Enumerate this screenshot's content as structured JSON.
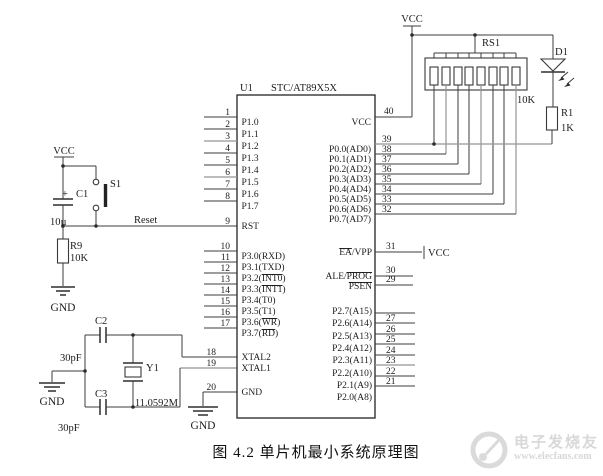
{
  "figure": {
    "caption": "图 4.2 单片机最小系统原理图"
  },
  "chip": {
    "ref": "U1",
    "part": "STC/AT89X5X",
    "p1_nums": [
      "1",
      "2",
      "3",
      "4",
      "5",
      "6",
      "7",
      "8"
    ],
    "p1": [
      "P1.0",
      "P1.1",
      "P1.2",
      "P1.3",
      "P1.4",
      "P1.5",
      "P1.6",
      "P1.7"
    ],
    "rst_num": "9",
    "rst": "RST",
    "p3_nums": [
      "10",
      "11",
      "12",
      "13",
      "14",
      "15",
      "16",
      "17"
    ],
    "p3": [
      {
        "pre": "P3.0(RXD)"
      },
      {
        "pre": "P3.1(TXD)"
      },
      {
        "pre": "P3.2(",
        "over": "INT0",
        "post": ")"
      },
      {
        "pre": "P3.3(",
        "over": "INT1",
        "post": ")"
      },
      {
        "pre": "P3.4(T0)"
      },
      {
        "pre": "P3.5(T1)"
      },
      {
        "pre": "P3.6(",
        "over": "WR",
        "post": ")"
      },
      {
        "pre": "P3.7(",
        "over": "RD",
        "post": ")"
      }
    ],
    "xtal2_num": "18",
    "xtal2": "XTAL2",
    "xtal1_num": "19",
    "xtal1": "XTAL1",
    "gnd_num": "20",
    "gnd": "GND",
    "vcc_num": "40",
    "vcc": "VCC",
    "p0_nums": [
      "39",
      "38",
      "37",
      "36",
      "35",
      "34",
      "33",
      "32"
    ],
    "p0": [
      "P0.0(AD0)",
      "P0.1(AD1)",
      "P0.2(AD2)",
      "P0.3(AD3)",
      "P0.4(AD4)",
      "P0.5(AD5)",
      "P0.6(AD6)",
      "P0.7(AD7)"
    ],
    "ea_num": "31",
    "ea": {
      "over": "EA",
      "post": "/VPP"
    },
    "ale_num": "30",
    "ale": {
      "pre": "ALE/",
      "over": "PROG"
    },
    "psen_num": "29",
    "psen": {
      "over": "PSEN"
    },
    "p2_nums": [
      "",
      "27",
      "26",
      "25",
      "24",
      "23",
      "22",
      "21"
    ],
    "p2": [
      "P2.7(A15)",
      "P2.6(A14)",
      "P2.5(A13)",
      "P2.4(A12)",
      "P2.3(A11)",
      "P2.2(A10)",
      "P2.1(A9)",
      "P2.0(A8)"
    ]
  },
  "components": {
    "c1_plus": "+",
    "c1": "C1",
    "c1_val": "10µ",
    "s1": "S1",
    "r9": "R9",
    "r9_val": "10K",
    "c2": "C2",
    "c2_val": "30pF",
    "c3": "C3",
    "c3_val": "30pF",
    "y1": "Y1",
    "y1_val": "11.0592M",
    "rs1": "RS1",
    "rs1_val": "10K",
    "d1": "D1",
    "r1": "R1",
    "r1_val": "1K"
  },
  "power": {
    "vcc_left": "VCC",
    "vcc_right": "VCC",
    "vcc_ea": "VCC",
    "gnd_r9": "GND",
    "gnd_xtal": "GND",
    "gnd_chip": "GND",
    "reset": "Reset"
  },
  "watermark": {
    "name": "电子发烧友",
    "url": "www.elecfans.com"
  },
  "colors": {
    "wire": "#3c3c3c",
    "wire_gray": "#949494",
    "watermark": "#d8d8d8"
  }
}
